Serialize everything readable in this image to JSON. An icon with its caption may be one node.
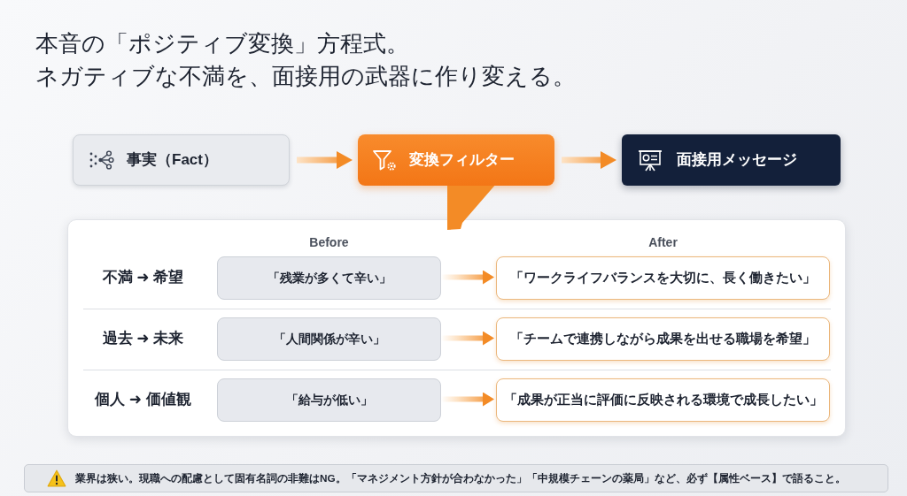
{
  "diagram": {
    "title": "本音の「ポジティブ変換」方程式。",
    "nodes": [
      {
        "text": [
          "事実（Fact）"
        ]
      },
      {
        "text": [
          "変換フィルター"
        ]
      },
      {
        "text": [
          "面接用メッセージ"
        ]
      },
      {
        "text": [
          "Before",
          "After"
        ]
      },
      {
        "text": [
          "「残業が多くて辛い」"
        ],
        "in": 3
      },
      {
        "text": [
          "「ワークライフバランスを大切に、長く働きたい」"
        ],
        "in": 3
      },
      {
        "text": [
          "「人間関係が辛い」"
        ],
        "in": 3
      },
      {
        "text": [
          "「チームで連携しながら成果を出せる職場を希望」"
        ],
        "in": 3
      },
      {
        "text": [
          "「給与が低い」"
        ],
        "in": 3
      },
      {
        "text": [
          "「成果が正当に評価に反映される環境で成長したい」"
        ],
        "in": 3
      },
      {
        "text": [
          "業界は狭い。現職への配慮として固有名詞の非難はNG。「マネジメント方針が合わなかった」「中規模チェーンの薬局」など、必ず【属性ベース】で語ること。"
        ]
      }
    ],
    "edges": [
      {
        "from": 0,
        "to": 1,
        "arrow": "to"
      },
      {
        "from": 1,
        "to": 2,
        "arrow": "to"
      },
      {
        "from": 1,
        "to": 3,
        "arrow": "none"
      },
      {
        "from": 4,
        "to": 5,
        "arrow": "to"
      },
      {
        "from": 6,
        "to": 7,
        "arrow": "to"
      },
      {
        "from": 8,
        "to": 9,
        "arrow": "to"
      }
    ],
    "labels": [
      "ネガティブな不満を、面接用の武器に作り変える。",
      "不満 ➜ 希望",
      "過去 ➜ 未来",
      "個人 ➜ 価値観"
    ]
  }
}
